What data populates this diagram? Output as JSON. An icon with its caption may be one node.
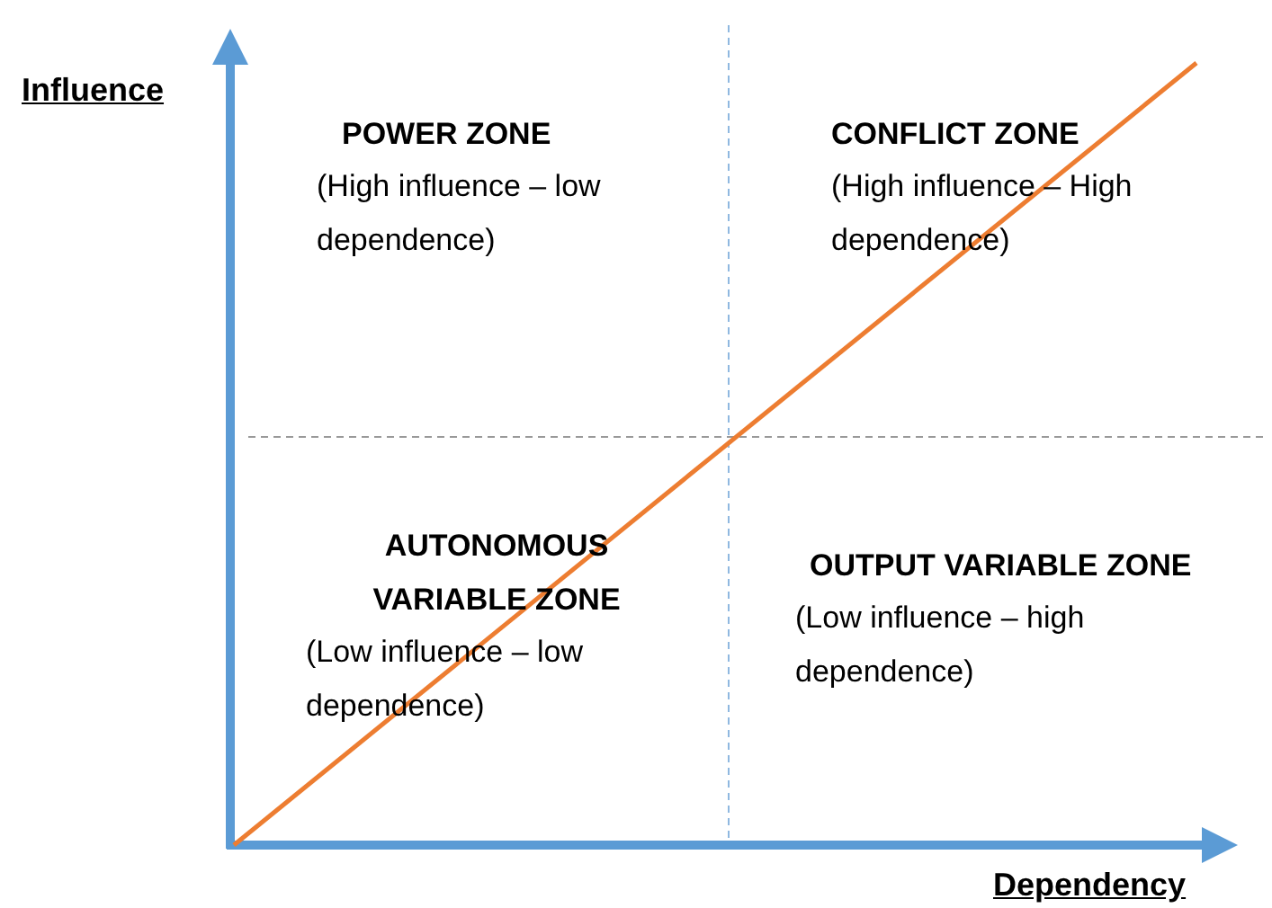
{
  "diagram": {
    "labels": [
      "Influence",
      "POWER ZONE",
      "(High influence – low dependence)",
      "CONFLICT ZONE",
      "(High influence – High dependence)",
      "AUTONOMOUS VARIABLE ZONE",
      "(Low influence – low dependence)",
      "OUTPUT VARIABLE ZONE",
      "(Low influence – high dependence)",
      "Dependency"
    ]
  }
}
